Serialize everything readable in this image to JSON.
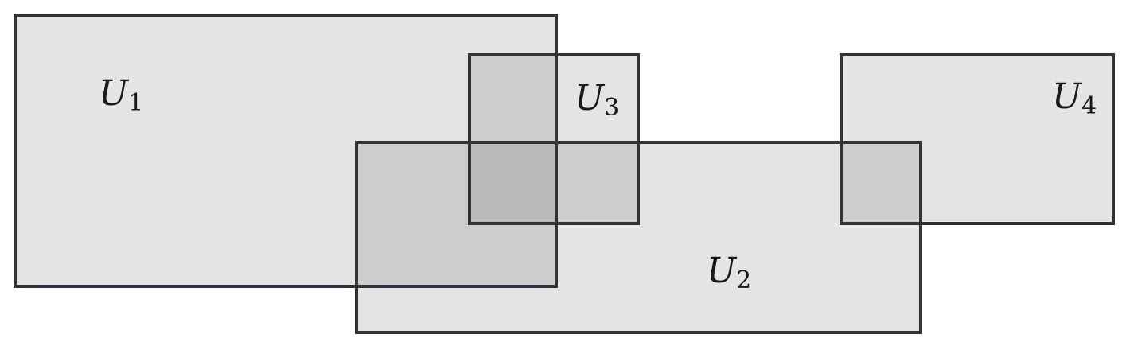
{
  "diagram": {
    "colors": {
      "fill": "#D9DADC",
      "stroke": "#323336",
      "text": "#1a1a1a"
    },
    "fill_opacity": 0.17,
    "sets": [
      {
        "id": "u1",
        "symbol": "U",
        "index": "1"
      },
      {
        "id": "u2",
        "symbol": "U",
        "index": "2"
      },
      {
        "id": "u3",
        "symbol": "U",
        "index": "3"
      },
      {
        "id": "u4",
        "symbol": "U",
        "index": "4"
      }
    ]
  }
}
